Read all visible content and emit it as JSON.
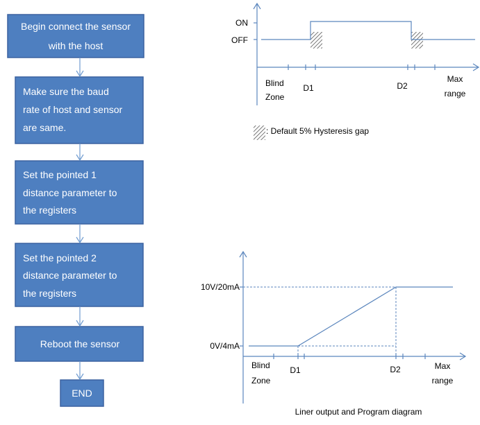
{
  "flowchart": {
    "steps": [
      {
        "lines": [
          "Begin connect the sensor",
          "with the host"
        ]
      },
      {
        "lines": [
          "Make sure the baud",
          "rate of host and sensor",
          "are same."
        ]
      },
      {
        "lines": [
          "Set the pointed 1",
          "distance  parameter to",
          "the registers"
        ]
      },
      {
        "lines": [
          "Set the pointed 2",
          "distance parameter to",
          "the registers"
        ]
      },
      {
        "lines": [
          "Reboot the sensor"
        ]
      },
      {
        "lines": [
          "END"
        ]
      }
    ]
  },
  "switch_diagram": {
    "on_label": "ON",
    "off_label": "OFF",
    "blind_zone_label": [
      "Blind",
      "Zone"
    ],
    "d1_label": "D1",
    "d2_label": "D2",
    "max_range_label": [
      "Max",
      "range"
    ],
    "legend_text": ": Default 5% Hysteresis gap"
  },
  "linear_diagram": {
    "top_label": "10V/20mA",
    "bottom_label": "0V/4mA",
    "blind_zone_label": [
      "Blind",
      "Zone"
    ],
    "d1_label": "D1",
    "d2_label": "D2",
    "max_range_label": [
      "Max",
      "range"
    ],
    "caption": "Liner output and Program diagram"
  },
  "colors": {
    "box_fill": "#4e7fc0",
    "box_border": "#3b62a0",
    "arrow": "#6f9bd0",
    "axis": "#5b86bd"
  }
}
